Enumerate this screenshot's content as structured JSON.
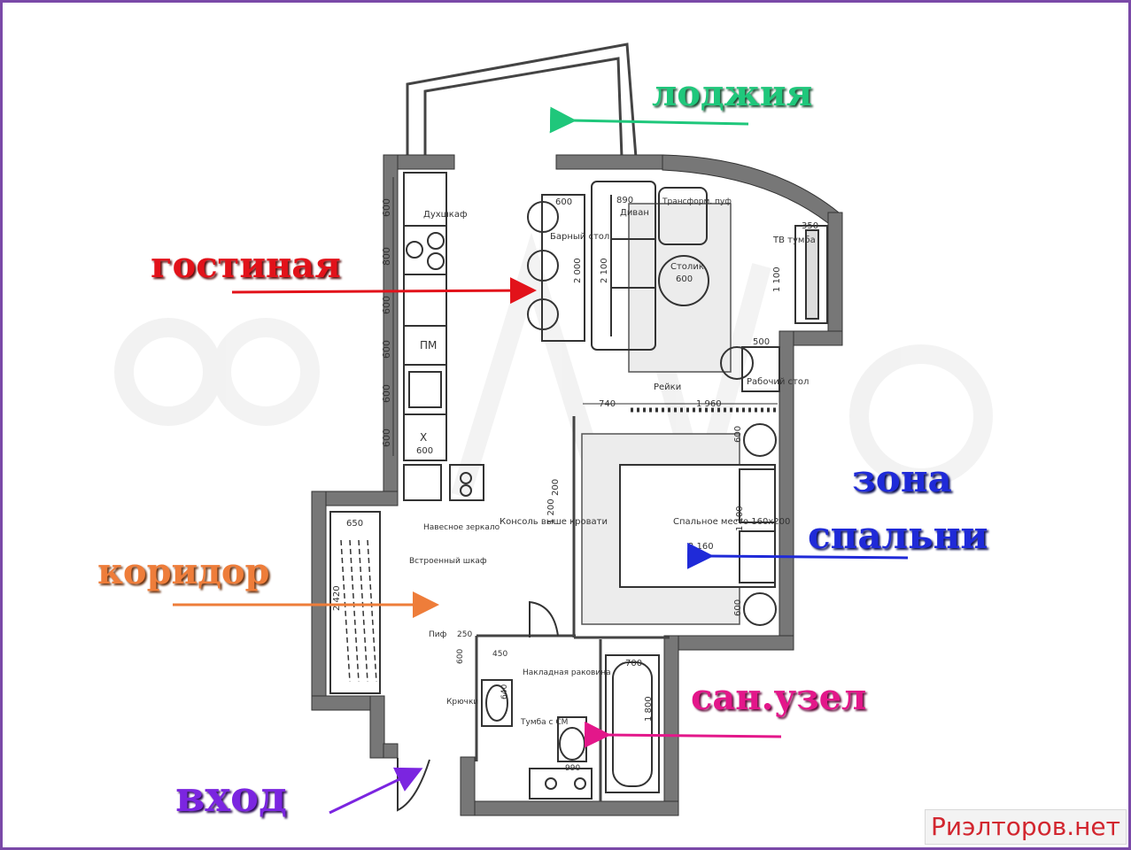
{
  "labels": {
    "loggia": "лоджия",
    "living": "гостиная",
    "sleep_line1": "зона",
    "sleep_line2": "спальни",
    "corridor": "коридор",
    "bathroom": "сан.узел",
    "entry": "вход"
  },
  "watermark": "Риэлторов.нет",
  "plan_text": {
    "oven": "Духшкаф",
    "dishwasher": "ПМ",
    "fridge": "Х",
    "sofa": "Диван",
    "pouf": "Трансформ. пуф",
    "bar_table": "Барный стол",
    "table": "Столик",
    "table_size": "600",
    "tv_stand": "ТВ тумба",
    "desk": "Рабочий стол",
    "rails": "Рейки",
    "bed": "Спальное место 160х200",
    "console": "Консоль выше кровати",
    "mirror": "Навесное зеркало",
    "wardrobe": "Встроенный шкаф",
    "sink": "Накладная раковина",
    "hooks": "Крючки",
    "toilet": "Тумба с СМ",
    "fil": "Пиф"
  },
  "dimensions": {
    "d600a": "600",
    "d800a": "800",
    "d600b": "600",
    "d600c": "600",
    "d600d": "600",
    "d600e": "600",
    "d600top": "600",
    "d890": "890",
    "d2100": "2 100",
    "d2000": "2 000",
    "d350": "350",
    "d1100": "1 100",
    "d500": "500",
    "d740": "740",
    "d1960": "1 960",
    "d200": "200",
    "d1200": "1 200",
    "d600bed1": "600",
    "d1100bed": "1 100",
    "d2160": "2 160",
    "d600bed2": "600",
    "d650": "650",
    "d2420": "2 420",
    "d450": "450",
    "d640": "640",
    "d600wc": "600",
    "d1800": "1 800",
    "d700": "700",
    "d990": "990",
    "d250": "250"
  },
  "colors": {
    "loggia": "#1fc77b",
    "living": "#e2121a",
    "sleep": "#1f2ad8",
    "corridor": "#ee7d3a",
    "bathroom": "#e3178a",
    "entry": "#7b25e0",
    "frame": "#7a49a8",
    "watermark": "#d2262f"
  }
}
